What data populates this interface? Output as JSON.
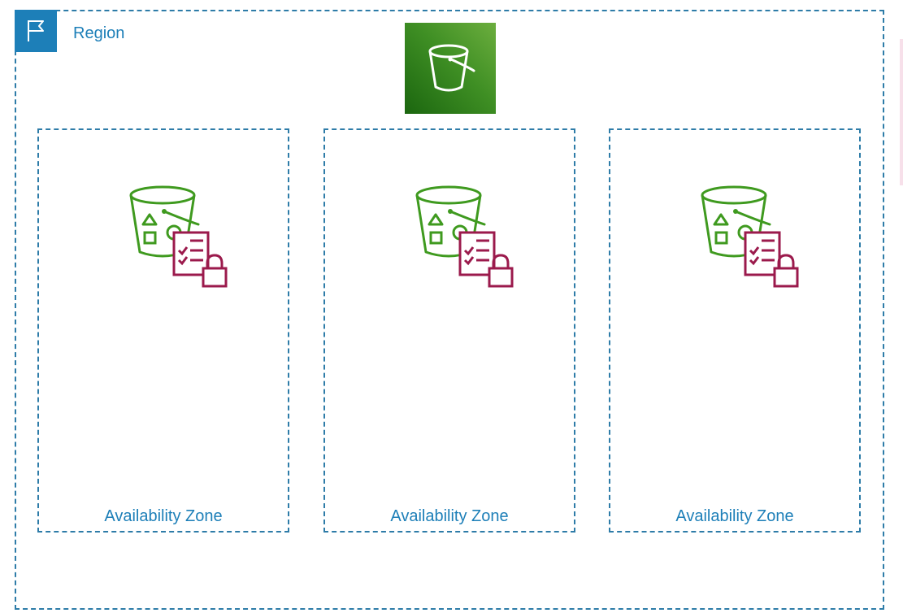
{
  "region": {
    "label": "Region",
    "icon": "region-flag-icon",
    "border_color": "#2e7ca8",
    "flag_bg": "#1d7fb8"
  },
  "service": {
    "icon": "s3-bucket-icon",
    "gradient": [
      "#1b660f",
      "#3f8f24",
      "#6cae3e"
    ]
  },
  "zones": [
    {
      "label": "Availability Zone",
      "icon": "s3-object-lock-bucket-icon"
    },
    {
      "label": "Availability Zone",
      "icon": "s3-object-lock-bucket-icon"
    },
    {
      "label": "Availability Zone",
      "icon": "s3-object-lock-bucket-icon"
    }
  ],
  "colors": {
    "bucket_green": "#3f9a1f",
    "lock_maroon": "#9b1a4c",
    "label_blue": "#1d7fb8"
  }
}
